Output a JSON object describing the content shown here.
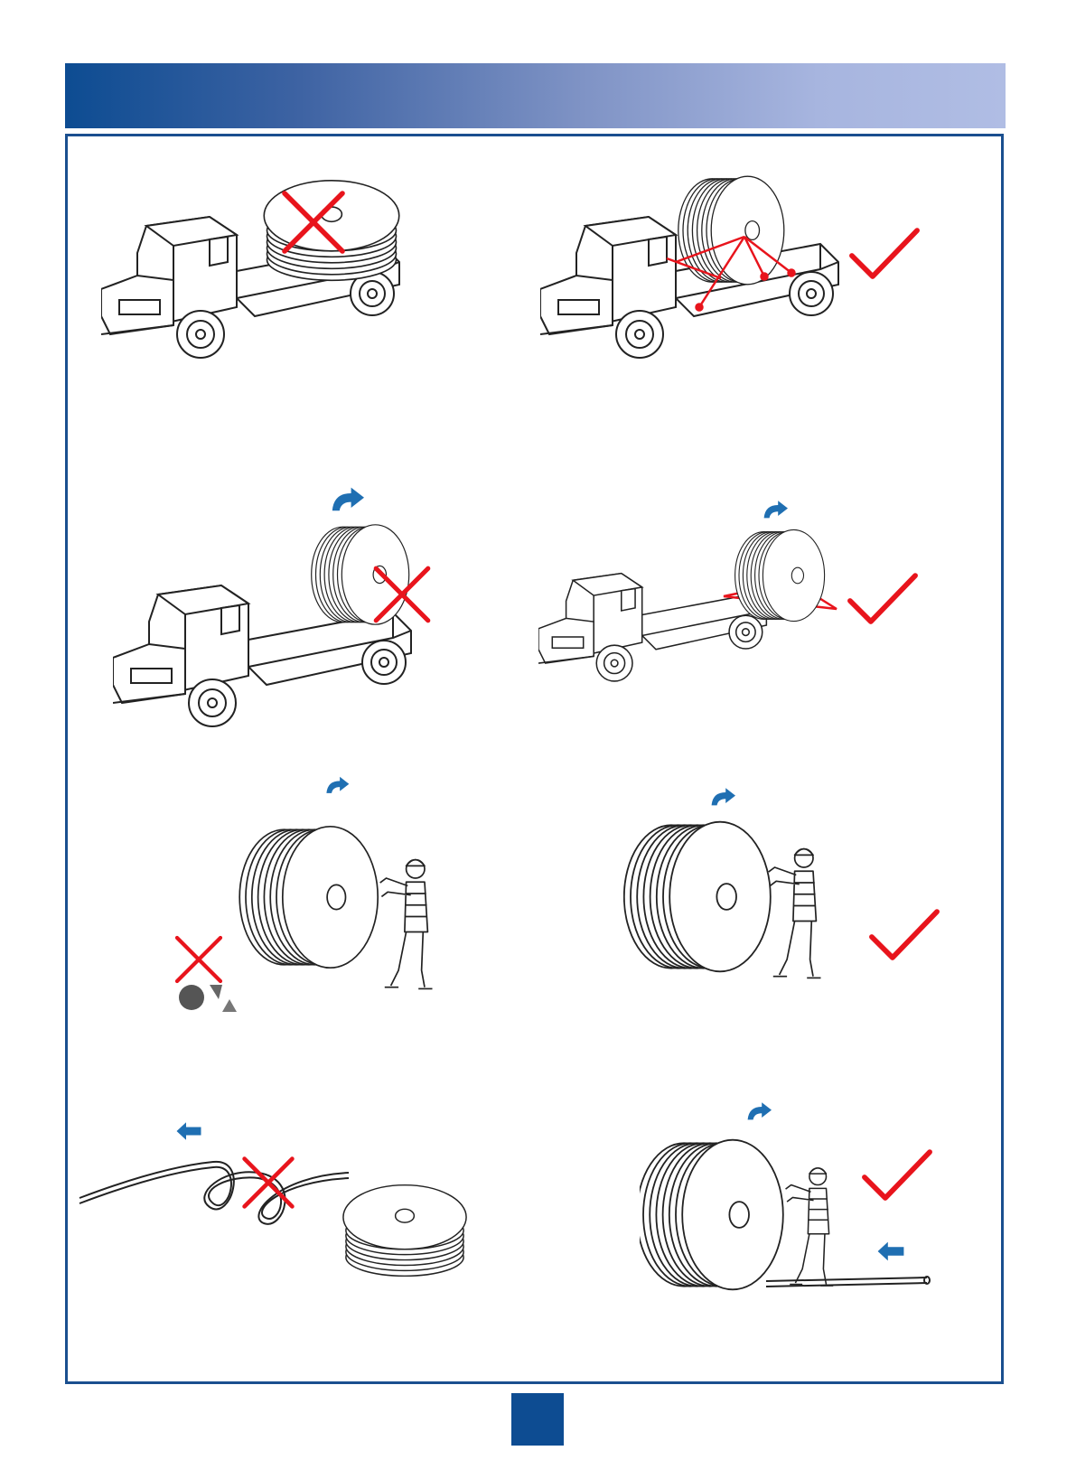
{
  "header": {
    "title": ""
  },
  "footer": {
    "page_number": ""
  },
  "colors": {
    "header_gradient_start": "#0d4c92",
    "header_gradient_end": "#b0bde4",
    "frame_border": "#1a4f8f",
    "cross_mark": "#e8141c",
    "check_mark": "#e8141c",
    "arrow": "#1f6fb2",
    "page_box": "#0d4c92"
  },
  "panels": [
    {
      "id": "flat-reel-on-truck",
      "verdict": "incorrect",
      "icons": [
        "truck-icon",
        "cable-reel-icon",
        "cross-mark-icon"
      ]
    },
    {
      "id": "reel-upright-secured-on-truck",
      "verdict": "correct",
      "icons": [
        "truck-icon",
        "cable-reel-icon",
        "lashing-ropes-icon",
        "check-mark-icon"
      ]
    },
    {
      "id": "reel-rolled-off-truck",
      "verdict": "incorrect",
      "icons": [
        "truck-icon",
        "cable-reel-icon",
        "rotate-arrow-icon",
        "cross-mark-icon"
      ]
    },
    {
      "id": "reel-rolled-down-ramp",
      "verdict": "correct",
      "icons": [
        "truck-icon",
        "cable-reel-icon",
        "ramp-icon",
        "rotate-arrow-icon",
        "check-mark-icon"
      ]
    },
    {
      "id": "reel-rolled-over-stones",
      "verdict": "incorrect",
      "icons": [
        "worker-icon",
        "cable-reel-icon",
        "stones-icon",
        "rotate-arrow-icon",
        "cross-mark-icon"
      ]
    },
    {
      "id": "reel-rolled-on-clear-ground",
      "verdict": "correct",
      "icons": [
        "worker-icon",
        "cable-reel-icon",
        "rotate-arrow-icon",
        "check-mark-icon"
      ]
    },
    {
      "id": "cable-pulled-with-loops",
      "verdict": "incorrect",
      "icons": [
        "cable-reel-icon",
        "cable-loop-icon",
        "left-arrow-icon",
        "cross-mark-icon"
      ]
    },
    {
      "id": "cable-unrolled-straight",
      "verdict": "correct",
      "icons": [
        "worker-icon",
        "cable-reel-icon",
        "rotate-arrow-icon",
        "left-arrow-icon",
        "check-mark-icon"
      ]
    }
  ]
}
